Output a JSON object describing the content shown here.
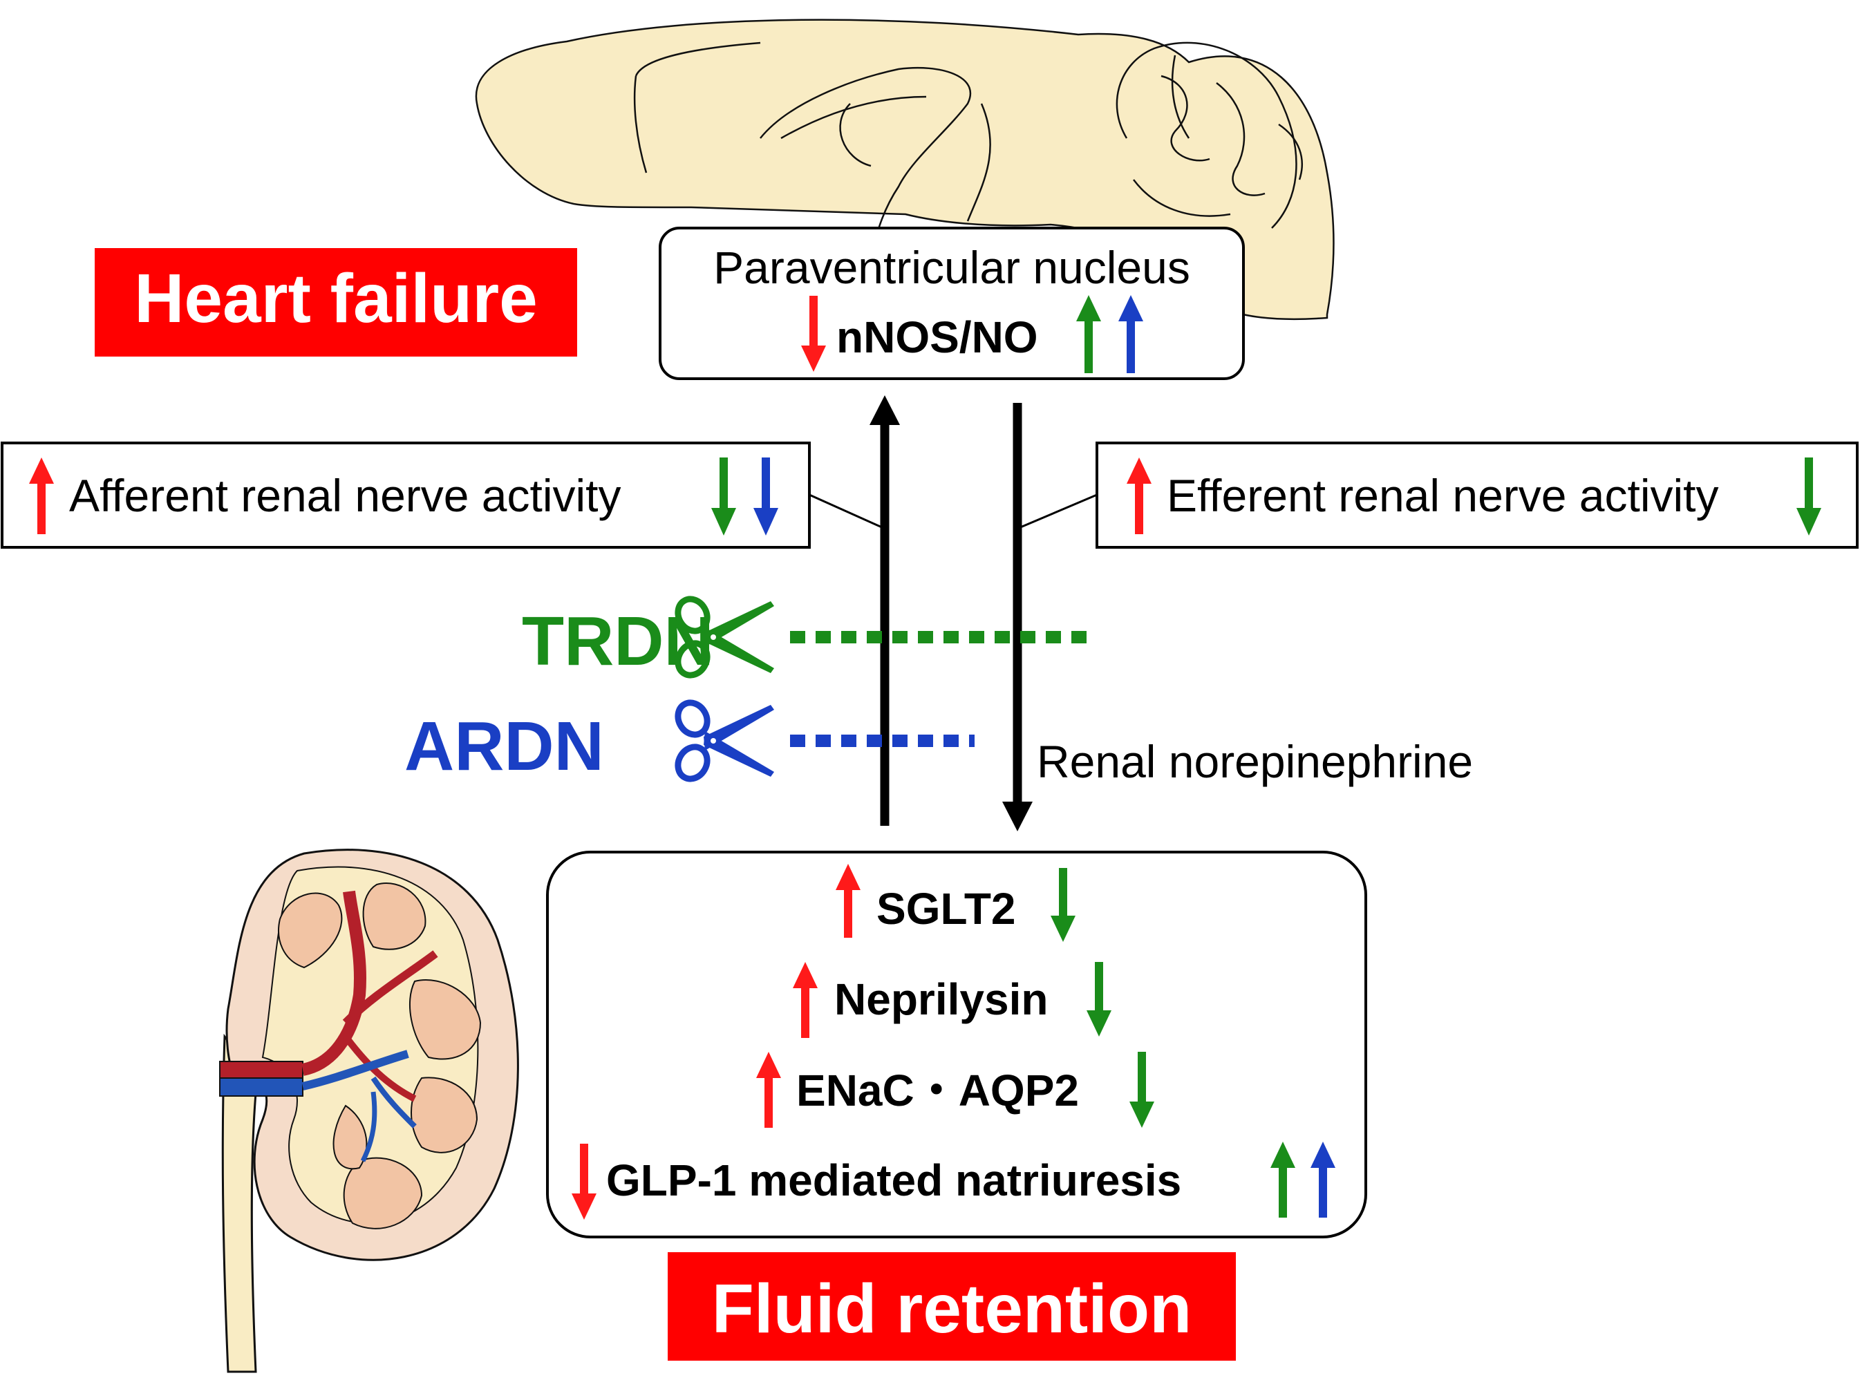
{
  "banners": {
    "heart_failure": "Heart failure",
    "fluid_retention": "Fluid retention"
  },
  "pvn": {
    "title": "Paraventricular nucleus",
    "marker": "nNOS/NO"
  },
  "afferent": {
    "label": "Afferent renal nerve activity"
  },
  "efferent": {
    "label": "Efferent renal nerve activity"
  },
  "denervation": {
    "trdn": "TRDN",
    "ardn": "ARDN"
  },
  "renal_norepinephrine": "Renal norepinephrine",
  "kidney_box": {
    "sglt2": "SGLT2",
    "neprilysin": "Neprilysin",
    "enac_aqp2": "ENaC・AQP2",
    "glp1": "GLP-1 mediated natriuresis"
  },
  "colors": {
    "banner_red": "#ff0000",
    "trdn_green": "#1a8c1a",
    "ardn_blue": "#1a3fc4",
    "up_red": "#ff1a1a",
    "brain_fill": "#f9ecc4",
    "kidney_fill": "#f5dcc9"
  },
  "icons": [
    "scissors-icon",
    "arrow-up-icon",
    "arrow-down-icon",
    "brain-illustration",
    "kidney-illustration"
  ]
}
